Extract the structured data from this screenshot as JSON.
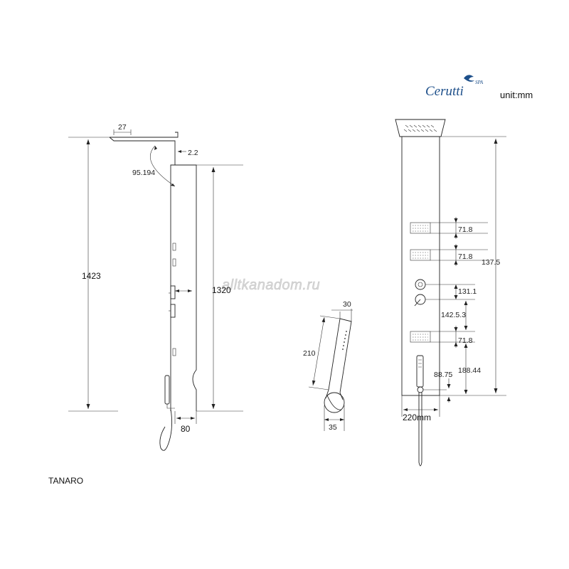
{
  "brand": {
    "name": "Cerutti",
    "sup": "SPA",
    "logo_color": "#1d4f8a"
  },
  "unit_label": "unit:mm",
  "model_name": "TANARO",
  "watermark": "alltkanadom.ru",
  "side_view": {
    "dim_top_width": "27",
    "dim_gap": "2.2",
    "dim_angle": "95.194",
    "dim_total_height": "1423",
    "dim_panel_height": "1320",
    "dim_depth": "80"
  },
  "hand_shower": {
    "dim_width_top": "30",
    "dim_length": "210",
    "dim_width_bottom": "35"
  },
  "front_view": {
    "dim_jet_1": "71.8",
    "dim_jet_2": "71.8",
    "dim_right_total": "137.5",
    "dim_controls": "131.1",
    "dim_gap": "142.5.3",
    "dim_jet_3": "71.8",
    "dim_lower": "188.44",
    "dim_outlet": "88.75",
    "dim_width": "220mm"
  }
}
